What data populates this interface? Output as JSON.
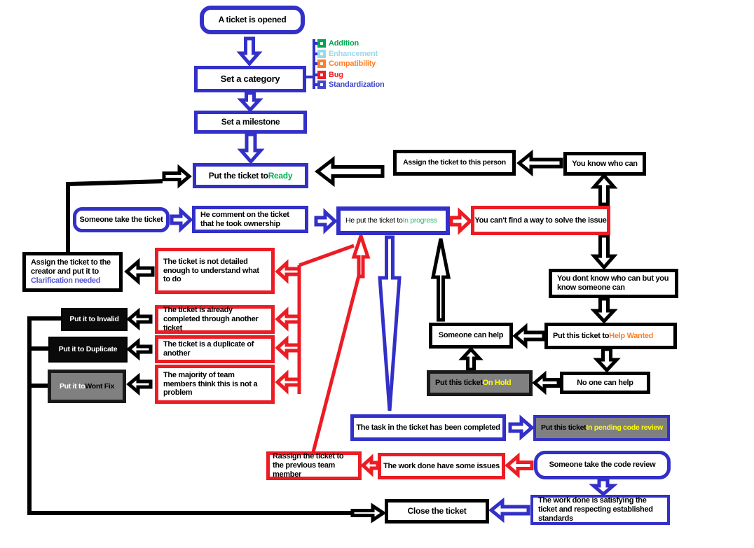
{
  "title": "Ticket workflow flowchart",
  "colors": {
    "blue": "#3330c8",
    "red": "#ec1c24",
    "black": "#000000",
    "gray_fill": "#808080",
    "status_ready": "#00b050",
    "status_in_progress": "#3cb371",
    "status_clarification": "#5555d4",
    "status_help_wanted": "#ff7f27",
    "status_on_hold": "#ffff00",
    "status_pending_review": "#ffff00",
    "status_wont_fix": "#000000"
  },
  "legend": {
    "items": [
      {
        "label": "Addition",
        "color": "#00a651"
      },
      {
        "label": "Enhancement",
        "color": "#99d9ea"
      },
      {
        "label": "Compatibility",
        "color": "#ff7f27"
      },
      {
        "label": "Bug",
        "color": "#ec1c24"
      },
      {
        "label": "Standardization",
        "color": "#3f48cc"
      }
    ]
  },
  "nodes": {
    "open": {
      "text": "A ticket is opened"
    },
    "category": {
      "text": "Set a category"
    },
    "milestone": {
      "text": "Set a milestone"
    },
    "ready": {
      "text": "Put the ticket to ",
      "highlight": "Ready",
      "highlight_color": "#00b050"
    },
    "assign_person": {
      "text": "Assign the ticket to this person"
    },
    "know_who": {
      "text": "You know who can"
    },
    "take_ticket": {
      "text": "Someone take the ticket"
    },
    "comment": {
      "text": "He comment on the ticket that he took ownership"
    },
    "in_progress": {
      "text": "He put the ticket to ",
      "highlight": "In progress",
      "highlight_color": "#3cb371"
    },
    "cant_find": {
      "text": "You can't find a way to solve the issue"
    },
    "assign_creator": {
      "text": "Assign the ticket to the creator and put it to ",
      "highlight": "Clarification needed",
      "highlight_color": "#5555d4"
    },
    "not_detailed": {
      "text": "The ticket is not detailed enough to understand what to do"
    },
    "invalid": {
      "text": "Put it to Invalid"
    },
    "already_completed": {
      "text": "The ticket is already completed through another ticket"
    },
    "duplicate": {
      "text": "Put it to Duplicate"
    },
    "duplicate_of": {
      "text": "The ticket is a duplicate of another"
    },
    "wont_fix": {
      "text": "Put it to ",
      "highlight": "Wont Fix",
      "highlight_color": "#000000"
    },
    "majority": {
      "text": "The majority of team members think this is not a problem"
    },
    "dont_know": {
      "text": "You dont know who can but you know someone can"
    },
    "help_wanted": {
      "text": "Put this ticket to ",
      "highlight": "Help Wanted",
      "highlight_color": "#ff7f27"
    },
    "someone_help": {
      "text": "Someone can help"
    },
    "no_one": {
      "text": "No one can help"
    },
    "on_hold": {
      "text": "Put this ticket ",
      "highlight": "On Hold",
      "highlight_color": "#ffff00"
    },
    "task_completed": {
      "text": "The task in the ticket has been completed"
    },
    "pending_review": {
      "text": "Put this ticket ",
      "highlight": "In pending code review",
      "highlight_color": "#ffff00"
    },
    "rassign": {
      "text": "Rassign the ticket to the previous team member"
    },
    "work_issues": {
      "text": "The work done have some issues"
    },
    "take_review": {
      "text": "Someone take the code review"
    },
    "close": {
      "text": "Close the ticket"
    },
    "work_ok": {
      "text": "The work done is satisfying the ticket and respecting established standards"
    }
  },
  "edges": [
    {
      "id": "open-category",
      "from": "open",
      "to": "category",
      "color": "blue"
    },
    {
      "id": "category-legend",
      "from": "category",
      "to": "legend",
      "color": "blue"
    },
    {
      "id": "category-milestone",
      "from": "category",
      "to": "milestone",
      "color": "blue"
    },
    {
      "id": "milestone-ready",
      "from": "milestone",
      "to": "ready",
      "color": "blue"
    },
    {
      "id": "assigncreator-ready",
      "from": "assign_creator",
      "to": "ready",
      "color": "black"
    },
    {
      "id": "assignperson-ready",
      "from": "assign_person",
      "to": "ready",
      "color": "black"
    },
    {
      "id": "knowwho-assignperson",
      "from": "know_who",
      "to": "assign_person",
      "color": "black"
    },
    {
      "id": "taketicket-comment",
      "from": "take_ticket",
      "to": "comment",
      "color": "blue"
    },
    {
      "id": "comment-inprogress",
      "from": "comment",
      "to": "in_progress",
      "color": "blue"
    },
    {
      "id": "inprogress-cantfind",
      "from": "in_progress",
      "to": "cant_find",
      "color": "red"
    },
    {
      "id": "cantfind-knowwho",
      "from": "cant_find",
      "to": "know_who",
      "color": "black"
    },
    {
      "id": "cantfind-dontknow",
      "from": "cant_find",
      "to": "dont_know",
      "color": "black"
    },
    {
      "id": "dontknow-helpwanted",
      "from": "dont_know",
      "to": "help_wanted",
      "color": "black"
    },
    {
      "id": "helpwanted-someonehelp",
      "from": "help_wanted",
      "to": "someone_help",
      "color": "black"
    },
    {
      "id": "helpwanted-noone",
      "from": "help_wanted",
      "to": "no_one",
      "color": "black"
    },
    {
      "id": "noone-onhold",
      "from": "no_one",
      "to": "on_hold",
      "color": "black"
    },
    {
      "id": "onhold-someonehelp",
      "from": "on_hold",
      "to": "someone_help",
      "color": "black"
    },
    {
      "id": "someonehelp-inprogress",
      "from": "someone_help",
      "to": "in_progress",
      "color": "black"
    },
    {
      "id": "inprogress-reject-reasons",
      "from": "in_progress",
      "to": "reject_reasons",
      "color": "red"
    },
    {
      "id": "rassign-inprogress",
      "from": "rassign",
      "to": "in_progress",
      "color": "red"
    },
    {
      "id": "notdetailed-assigncreator",
      "from": "not_detailed",
      "to": "assign_creator",
      "color": "black"
    },
    {
      "id": "alreadycompleted-invalid",
      "from": "already_completed",
      "to": "invalid",
      "color": "black"
    },
    {
      "id": "duplicateof-duplicate",
      "from": "duplicate_of",
      "to": "duplicate",
      "color": "black"
    },
    {
      "id": "majority-wontfix",
      "from": "majority",
      "to": "wont_fix",
      "color": "black"
    },
    {
      "id": "closed-statuses-close",
      "from": "closed_statuses",
      "to": "close",
      "color": "black"
    },
    {
      "id": "inprogress-taskcompleted",
      "from": "in_progress",
      "to": "task_completed",
      "color": "blue"
    },
    {
      "id": "taskcompleted-pendingreview",
      "from": "task_completed",
      "to": "pending_review",
      "color": "blue"
    },
    {
      "id": "takereview-workissues",
      "from": "take_review",
      "to": "work_issues",
      "color": "red"
    },
    {
      "id": "workissues-rassign",
      "from": "work_issues",
      "to": "rassign",
      "color": "red"
    },
    {
      "id": "takereview-workok",
      "from": "take_review",
      "to": "work_ok",
      "color": "blue"
    },
    {
      "id": "workok-close",
      "from": "work_ok",
      "to": "close",
      "color": "blue"
    }
  ]
}
